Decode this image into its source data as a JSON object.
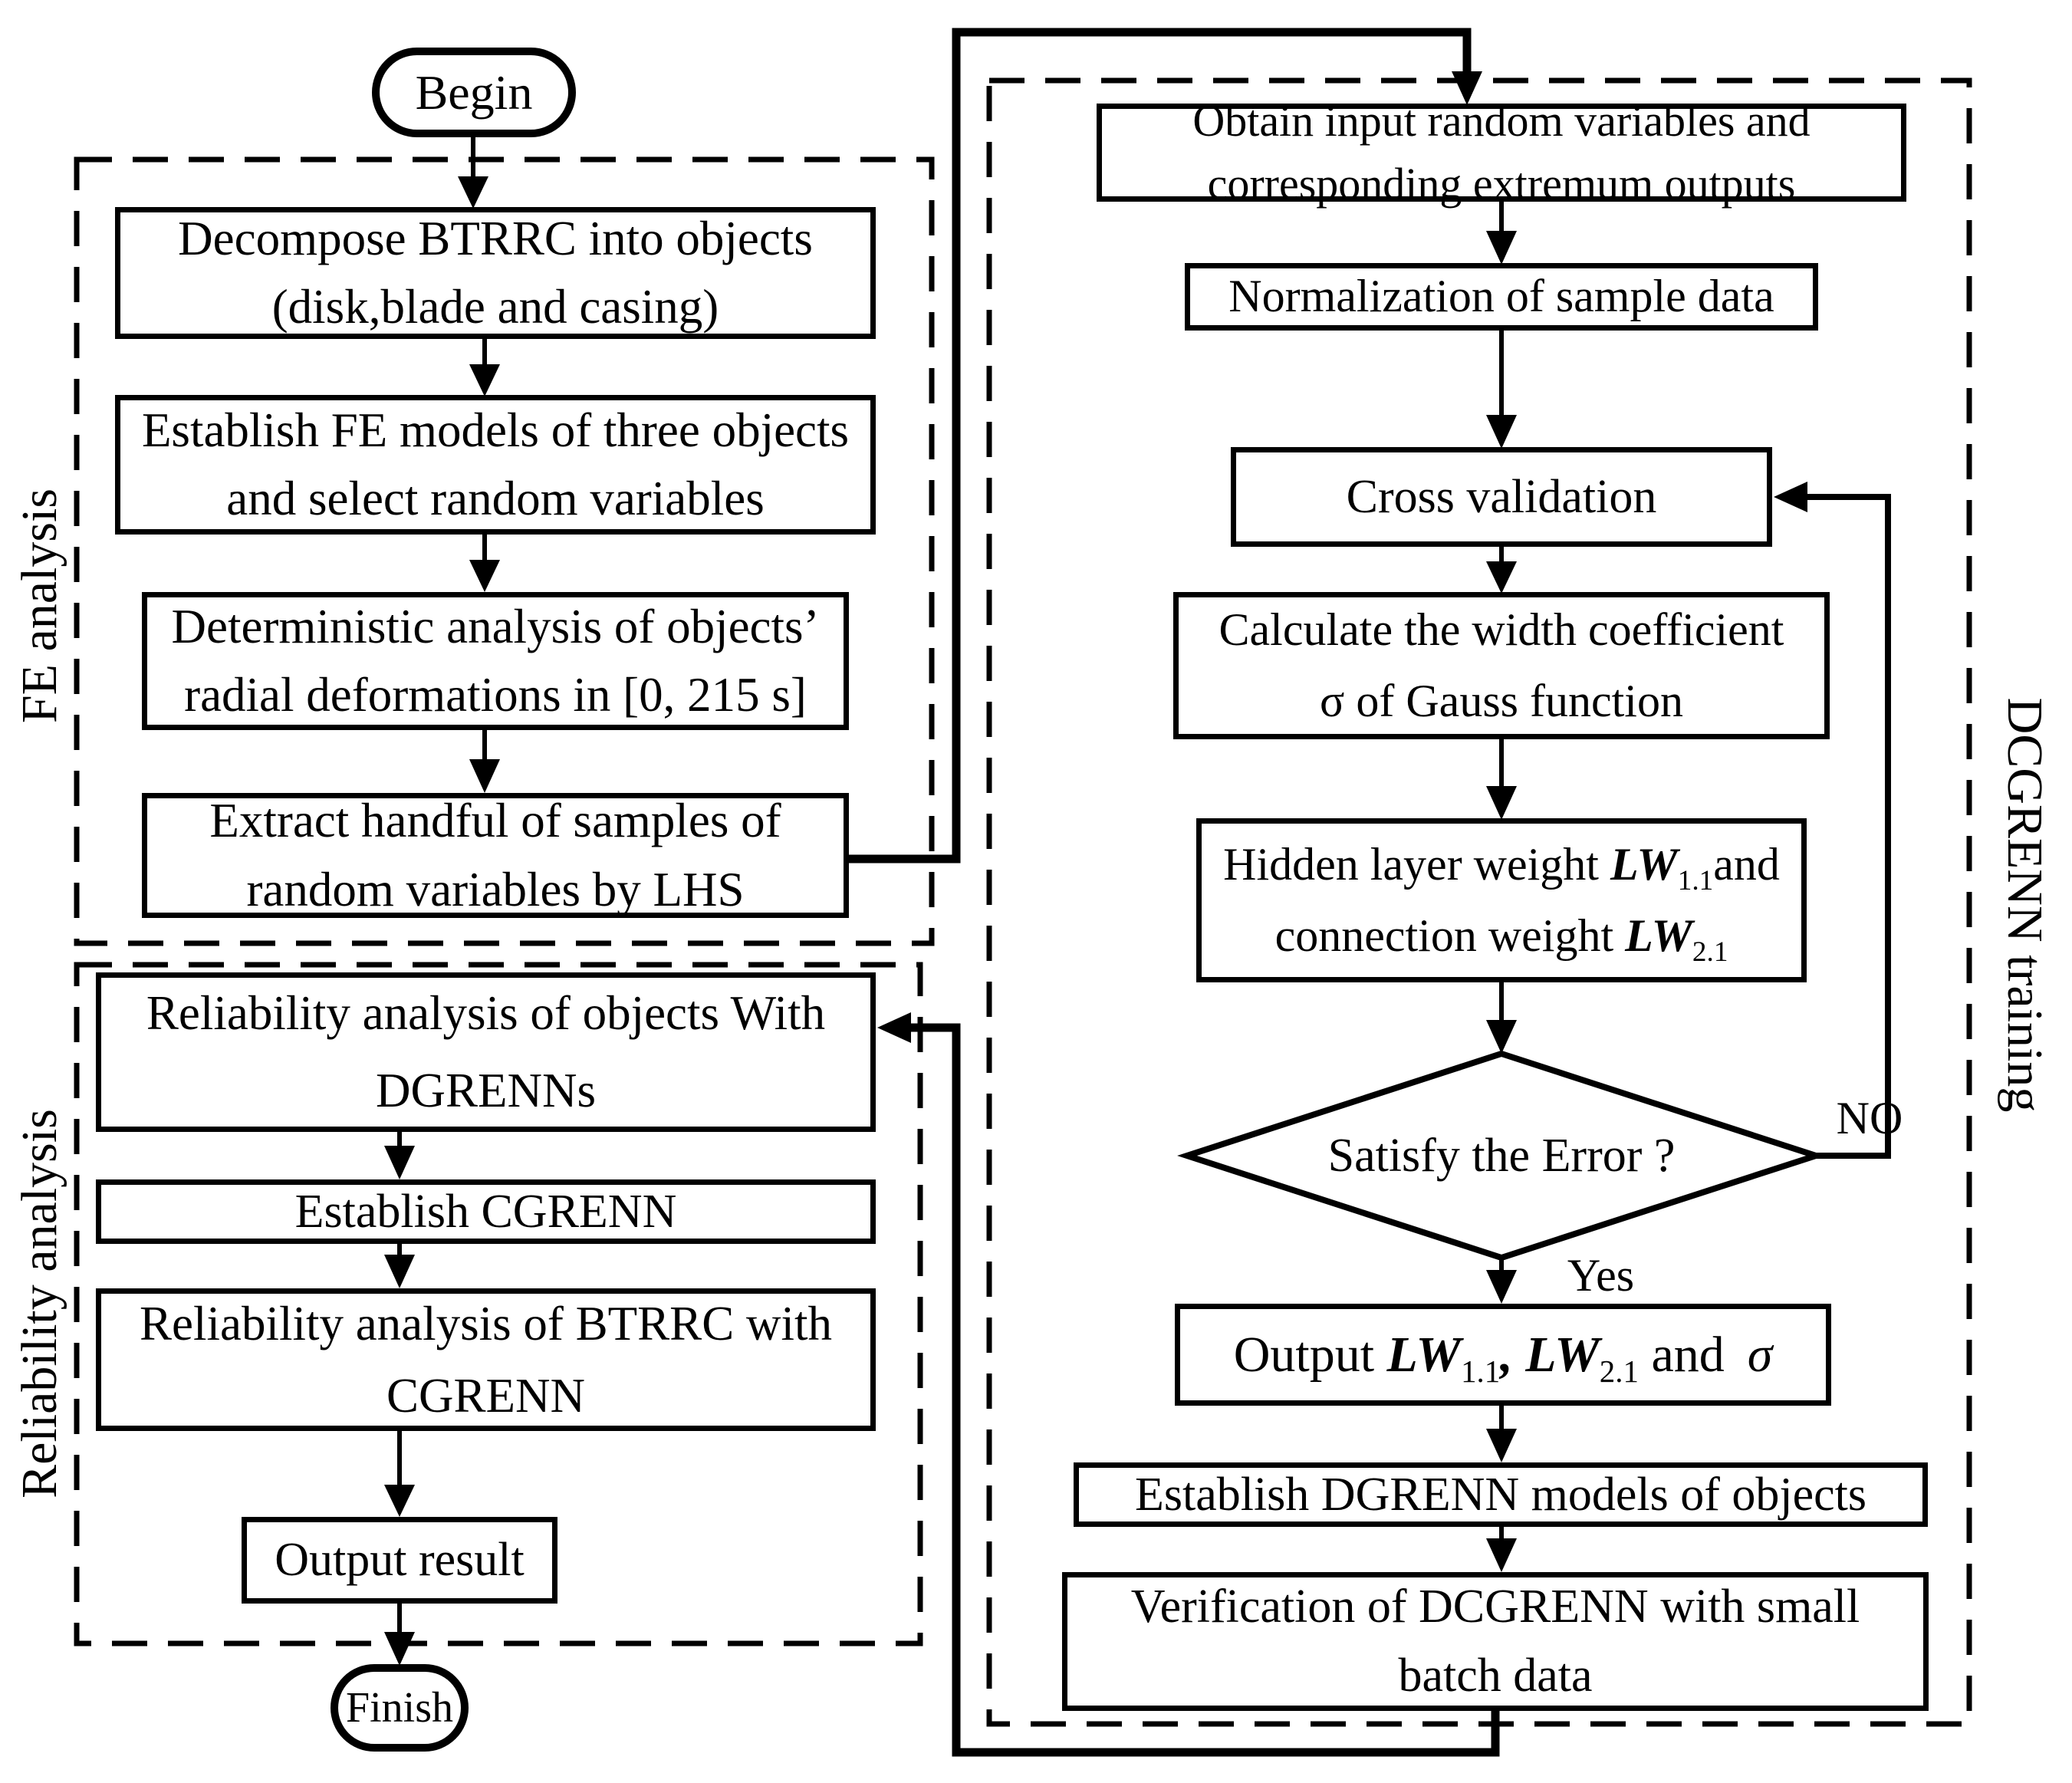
{
  "sections": {
    "fe": {
      "label": "FE analysis"
    },
    "reliability": {
      "label": "Reliability analysis"
    },
    "dcgrenn": {
      "label": "DCGRENN training"
    }
  },
  "nodes": {
    "begin": {
      "label": "Begin"
    },
    "decompose": {
      "line1": "Decompose BTRRC into objects",
      "line2": "(disk,blade and casing)"
    },
    "establish_fe": {
      "line1": "Establish FE models of three objects",
      "line2": "and select random variables"
    },
    "deterministic": {
      "line1": "Deterministic analysis of objects’",
      "line2": "radial deformations in [0, 215 s]"
    },
    "extract": {
      "line1": "Extract handful of samples of",
      "line2": "random variables by LHS"
    },
    "rel_objects": {
      "line1": "Reliability analysis of objects With",
      "line2": "DGRENNs"
    },
    "establish_cgrenn": {
      "label": "Establish CGRENN"
    },
    "rel_btrrc": {
      "line1": "Reliability analysis of BTRRC with",
      "line2": "CGRENN"
    },
    "output_result": {
      "label": "Output result"
    },
    "finish": {
      "label": "Finish"
    },
    "obtain": {
      "line1": "Obtain input random variables and",
      "line2": "corresponding extremum outputs"
    },
    "normalization": {
      "label": "Normalization of sample data"
    },
    "cross_validation": {
      "label": "Cross validation"
    },
    "calculate": {
      "line1": "Calculate the width coefficient",
      "line2": "σ of Gauss function"
    },
    "hidden": {
      "line1_pre": "Hidden layer weight ",
      "lw1": "LW",
      "sub1": "1.1",
      "line1_post": "and",
      "line2_pre": "connection weight ",
      "lw2": "LW",
      "sub2": "2.1"
    },
    "decision": {
      "label": "Satisfy the Error ?"
    },
    "output_lw": {
      "pre": "Output ",
      "lw1": "LW",
      "sub1": "1.1",
      "comma": ",",
      "lw2": "LW",
      "sub2": "2.1",
      "and": " and",
      "sigma": "σ"
    },
    "establish_dgrenn": {
      "label": "Establish DGRENN models of objects"
    },
    "verification": {
      "line1": "Verification of DCGRENN with small",
      "line2": "batch data"
    }
  },
  "edge_labels": {
    "no": "NO",
    "yes": "Yes"
  },
  "colors": {
    "ink": "#000000",
    "background": "#ffffff"
  }
}
